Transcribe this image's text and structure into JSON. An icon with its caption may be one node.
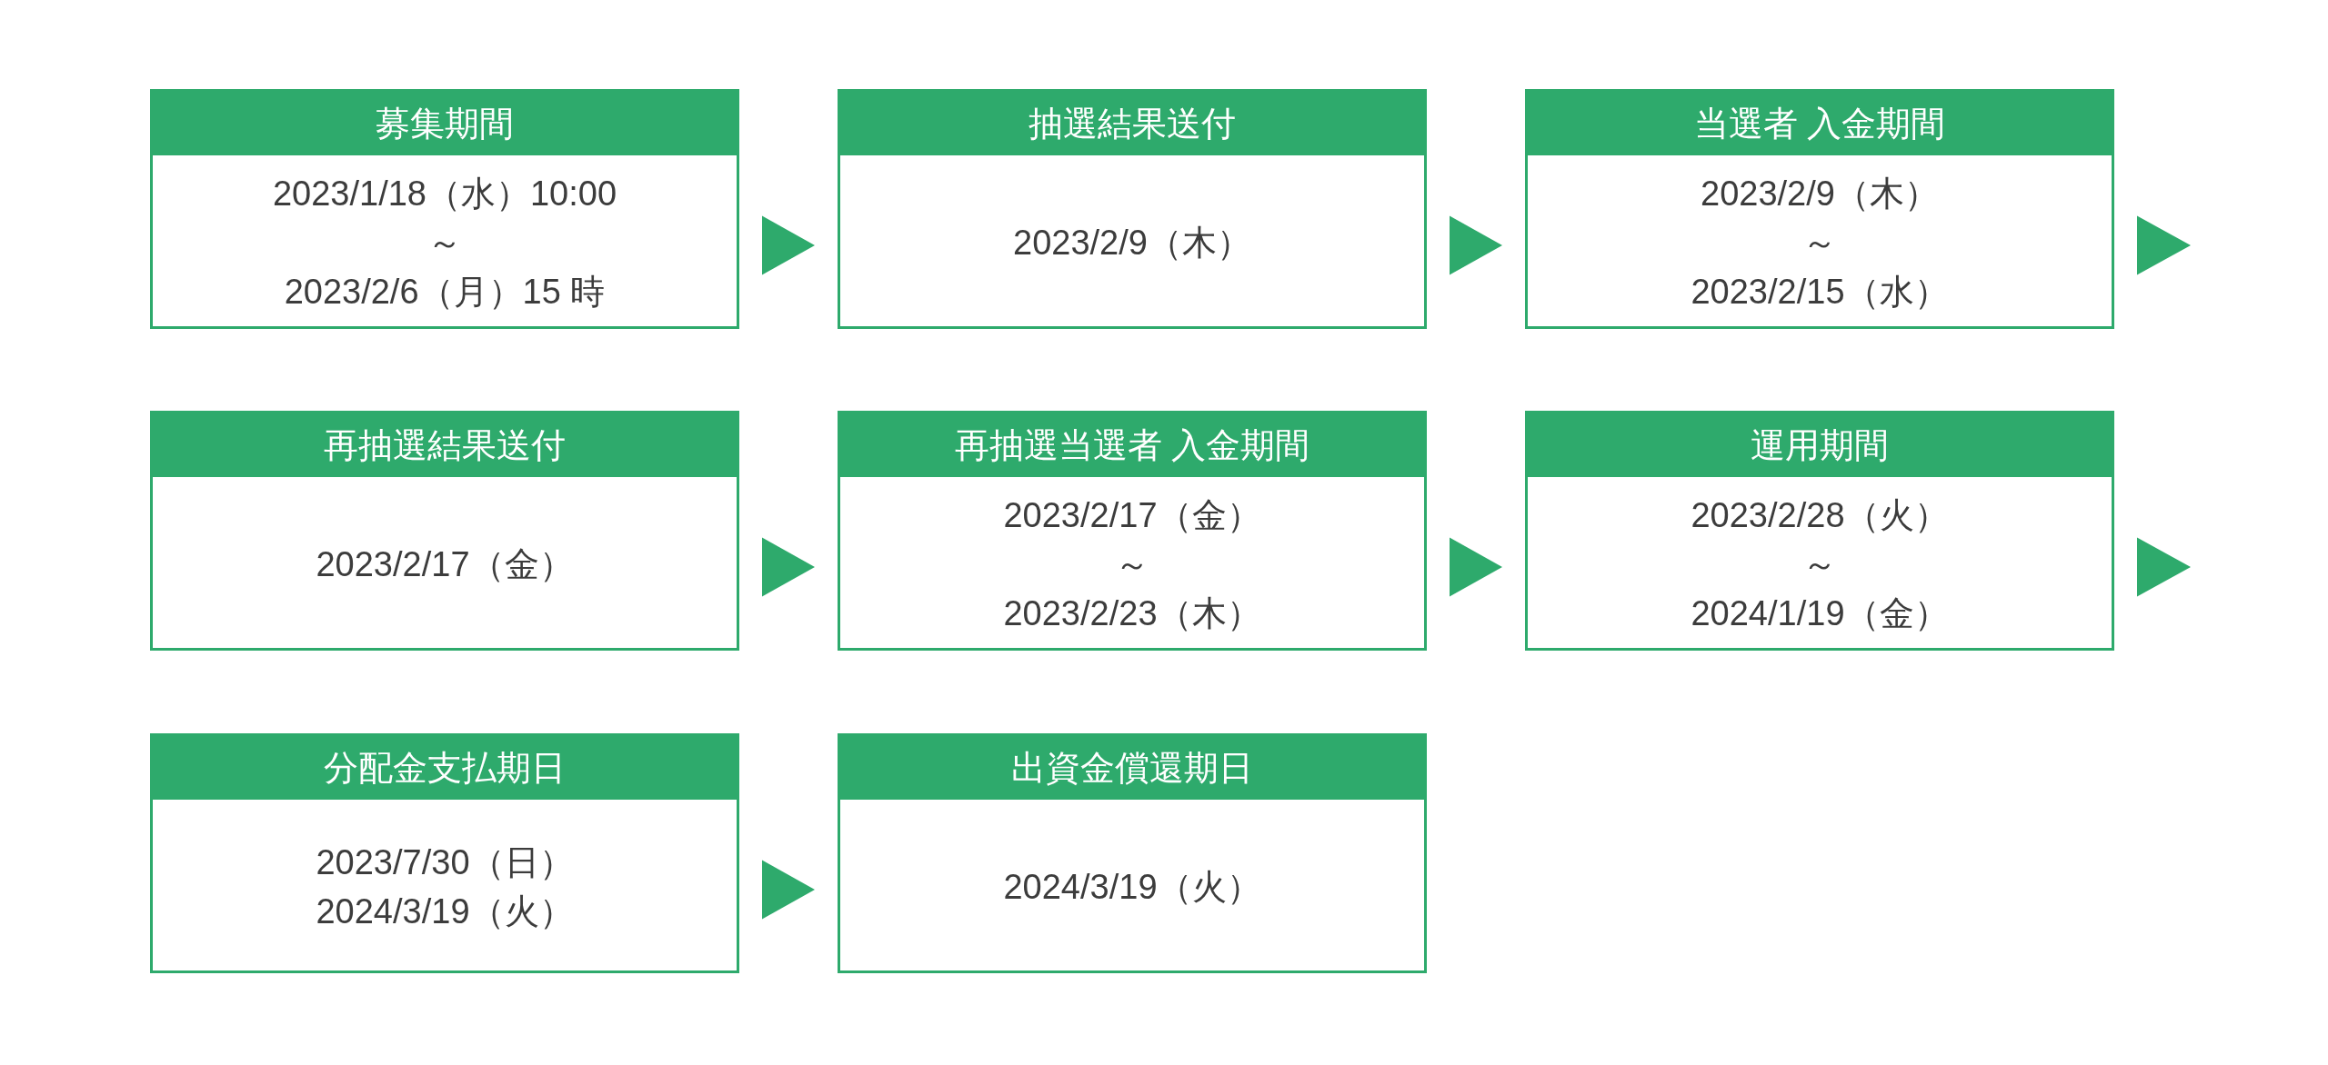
{
  "diagram": {
    "nodes": [
      {
        "text": [
          "募集期間",
          "2023/1/18（水）10:00",
          "～",
          "2023/2/6（月）15 時"
        ]
      },
      {
        "text": [
          "抽選結果送付",
          "2023/2/9（木）"
        ]
      },
      {
        "text": [
          "当選者 入金期間",
          "2023/2/9（木）",
          "～",
          "2023/2/15（水）"
        ]
      },
      {
        "text": [
          "再抽選結果送付",
          "2023/2/17（金）"
        ]
      },
      {
        "text": [
          "再抽選当選者 入金期間",
          "2023/2/17（金）",
          "～",
          "2023/2/23（木）"
        ]
      },
      {
        "text": [
          "運用期間",
          "2023/2/28（火）",
          "～",
          "2024/1/19（金）"
        ]
      },
      {
        "text": [
          "分配金支払期日",
          "2023/7/30（日）",
          "2024/3/19（火）"
        ]
      },
      {
        "text": [
          "出資金償還期日",
          "2024/3/19（火）"
        ]
      }
    ],
    "edges": [
      {
        "from": 0,
        "to": 1,
        "arrow": "to"
      },
      {
        "from": 1,
        "to": 2,
        "arrow": "to"
      },
      {
        "from": 2,
        "to": null,
        "arrow": "to"
      },
      {
        "from": 3,
        "to": 4,
        "arrow": "to"
      },
      {
        "from": 4,
        "to": 5,
        "arrow": "to"
      },
      {
        "from": 5,
        "to": null,
        "arrow": "to"
      },
      {
        "from": 6,
        "to": 7,
        "arrow": "to"
      }
    ]
  }
}
